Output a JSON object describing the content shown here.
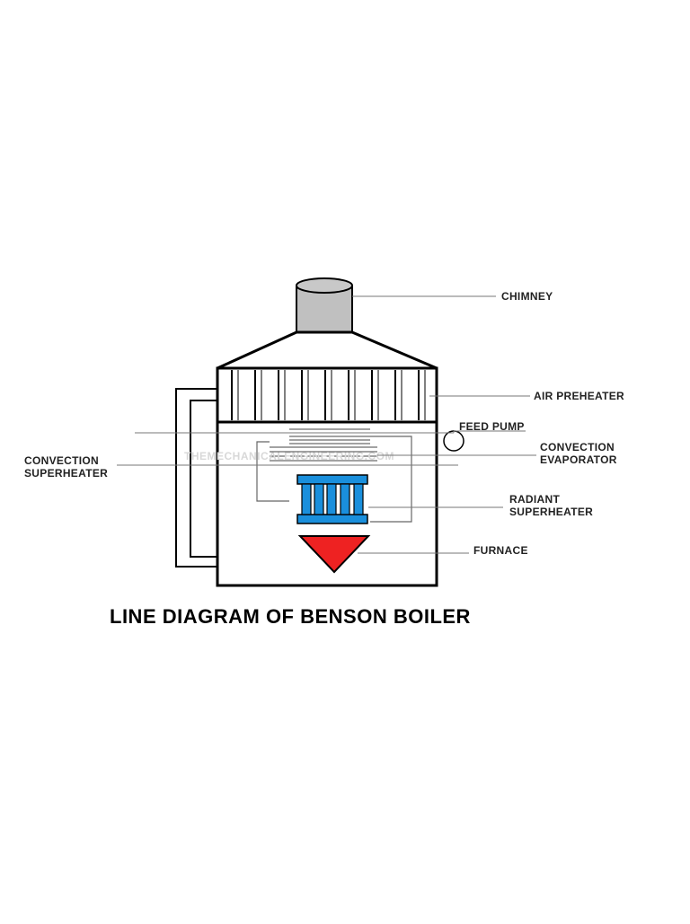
{
  "title": "LINE DIAGRAM OF BENSON BOILER",
  "watermark": "THEMECHANICALENGINEERING.COM",
  "labels": {
    "chimney": "CHIMNEY",
    "air_preheater": "AIR PREHEATER",
    "feed_pump": "FEED PUMP",
    "convection_evaporator": [
      "CONVECTION",
      "EVAPORATOR"
    ],
    "convection_superheater": [
      "CONVECTION",
      "SUPERHEATER"
    ],
    "radiant_superheater": [
      "RADIANT",
      "SUPERHEATER"
    ],
    "furnace": "FURNACE"
  },
  "colors": {
    "chimney_fill": "#c0c0c0",
    "radiant_superheater": "#1a8fdc",
    "furnace": "#ee2222",
    "line": "#000000",
    "leader": "#777777"
  }
}
